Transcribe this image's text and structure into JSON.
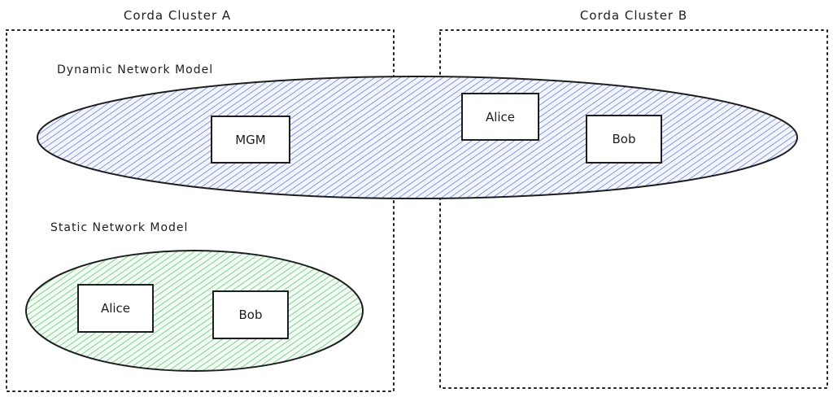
{
  "clusters": {
    "a": {
      "title": "Corda Cluster A"
    },
    "b": {
      "title": "Corda Cluster B"
    }
  },
  "models": {
    "dynamic": {
      "title": "Dynamic Network Model",
      "color": "#4a63d4",
      "nodes": {
        "mgm": "MGM",
        "alice": "Alice",
        "bob": "Bob"
      }
    },
    "static": {
      "title": "Static Network Model",
      "color": "#40c057",
      "nodes": {
        "alice": "Alice",
        "bob": "Bob"
      }
    }
  }
}
